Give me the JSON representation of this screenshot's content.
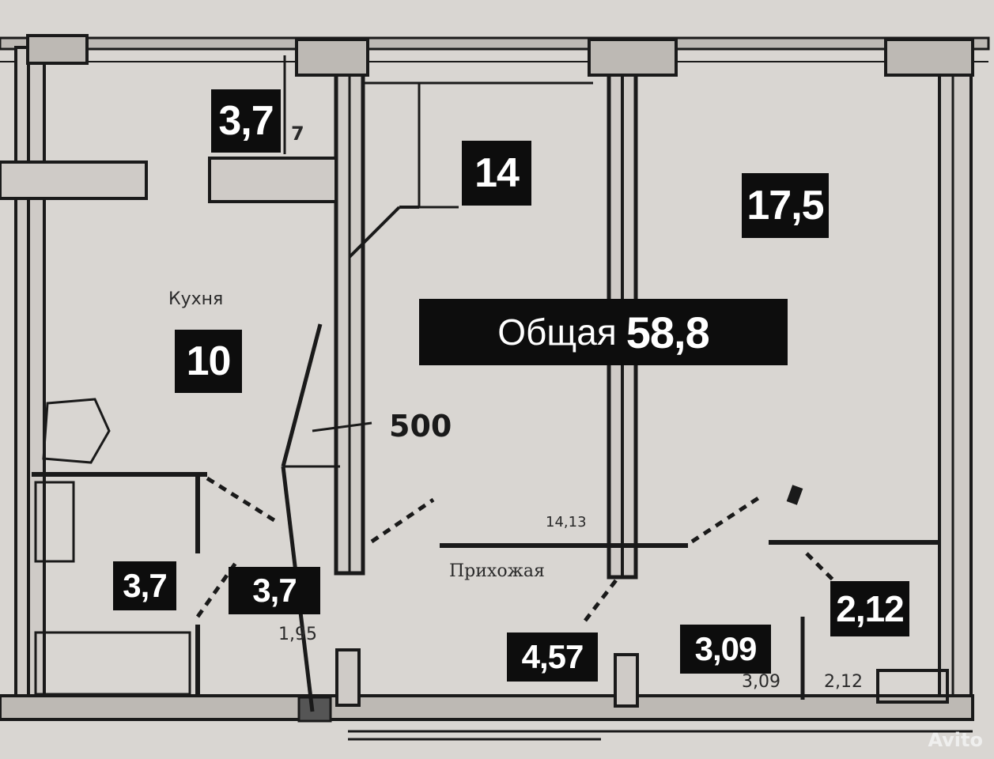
{
  "labels": {
    "storage": "3,7",
    "room_small": "14",
    "room_large": "17,5",
    "kitchen": "10",
    "bathroom": "3,7",
    "wc": "3,7",
    "hall_a": "4,57",
    "hall_b": "3,09",
    "closet": "2,12"
  },
  "total": {
    "prefix": "Общая",
    "value": "58,8"
  },
  "plan_text": {
    "kitchen_name": "Кухня",
    "hall_name": "Прихожая",
    "dimension": "500",
    "small_seven": "7",
    "hall_area_faint": "14,13",
    "hall_b_faint": "3,09",
    "closet_faint": "2,12",
    "wc_faint": "1,95"
  },
  "watermark": "Avito"
}
